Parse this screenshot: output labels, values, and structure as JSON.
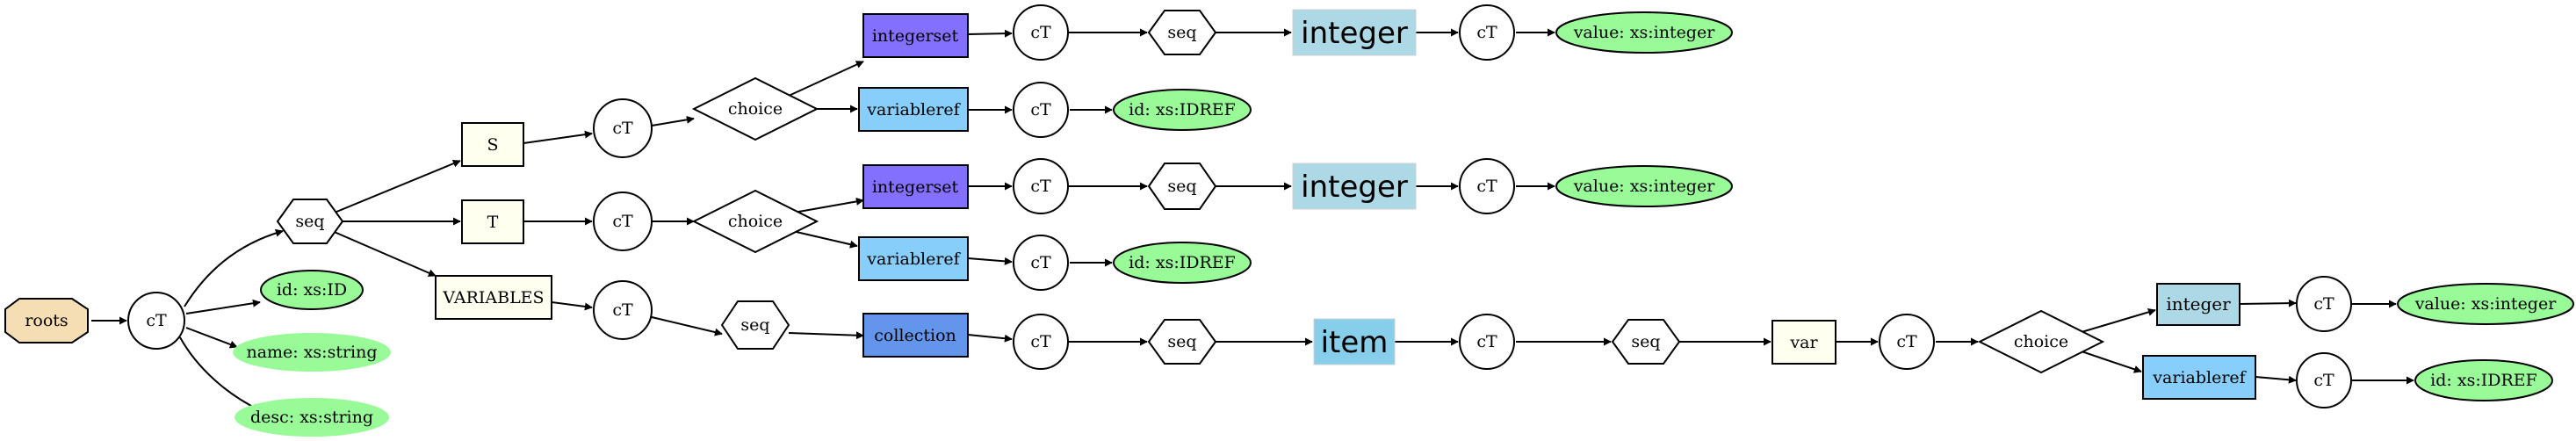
{
  "colors": {
    "roots": "#f5deb3",
    "element": "#fffff0",
    "integerset": "#8470ff",
    "variableref": "#87cefa",
    "collection": "#6495ed",
    "big_box": "#add8e6",
    "item_box": "#87ceeb",
    "attribute": "#98fb98",
    "stroke": "#000000"
  },
  "nodes": {
    "roots": "roots",
    "ct_root": "cT",
    "id_attr": "id: xs:ID",
    "name_attr": "name: xs:string",
    "desc_attr": "desc: xs:string",
    "seq_root": "seq",
    "s": "S",
    "t": "T",
    "variables": "VARIABLES",
    "ct_s": "cT",
    "ct_t": "cT",
    "ct_vars": "cT",
    "choice_s": "choice",
    "choice_t": "choice",
    "seq_vars": "seq",
    "integerset_s": "integerset",
    "variableref_s": "variableref",
    "integerset_t": "integerset",
    "variableref_t": "variableref",
    "collection": "collection",
    "ct_is_s": "cT",
    "ct_vr_s": "cT",
    "ct_is_t": "cT",
    "ct_vr_t": "cT",
    "ct_coll": "cT",
    "seq_is_s": "seq",
    "seq_is_t": "seq",
    "seq_coll": "seq",
    "id_ref_s": "id: xs:IDREF",
    "id_ref_t": "id: xs:IDREF",
    "integer_s": "integer",
    "integer_t": "integer",
    "item": "item",
    "ct_int_s": "cT",
    "ct_int_t": "cT",
    "ct_item": "cT",
    "value_s": "value: xs:integer",
    "value_t": "value: xs:integer",
    "seq_item": "seq",
    "var": "var",
    "ct_var": "cT",
    "choice_var": "choice",
    "integer_var": "integer",
    "variableref_var": "variableref",
    "ct_int_var": "cT",
    "ct_vr_var": "cT",
    "value_var": "value: xs:integer",
    "id_ref_var": "id: xs:IDREF"
  }
}
